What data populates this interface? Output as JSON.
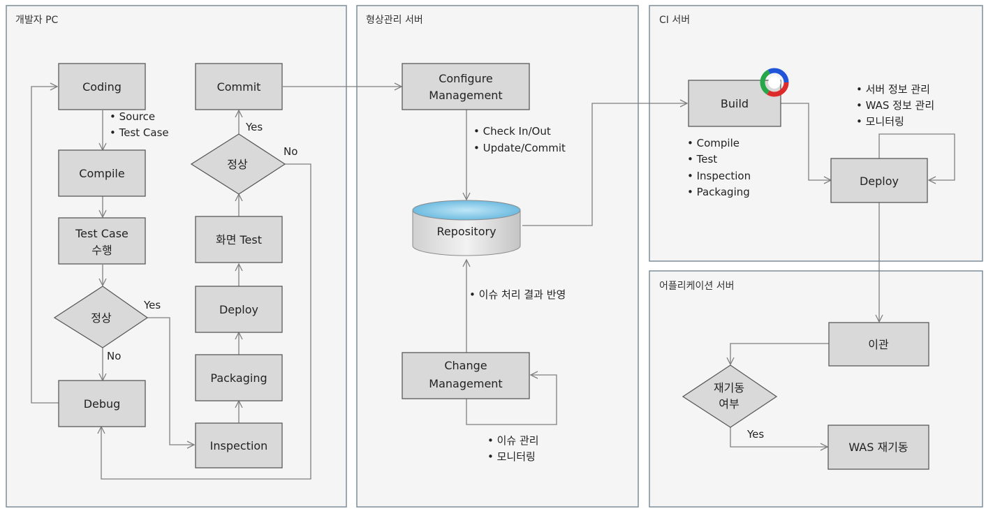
{
  "panels": {
    "dev_pc": "개발자 PC",
    "scm_server": "형상관리 서버",
    "ci_server": "CI 서버",
    "app_server": "어플리케이션 서버"
  },
  "nodes": {
    "coding": "Coding",
    "compile": "Compile",
    "testcase_1": "Test Case",
    "testcase_2": "수행",
    "check_1": "정상",
    "debug": "Debug",
    "commit": "Commit",
    "check_2": "정상",
    "screen_test": "화면 Test",
    "deploy_dev": "Deploy",
    "packaging": "Packaging",
    "inspection": "Inspection",
    "configure_1": "Configure",
    "configure_2": "Management",
    "repository": "Repository",
    "change_1": "Change",
    "change_2": "Management",
    "build": "Build",
    "deploy_ci": "Deploy",
    "transfer": "이관",
    "restart_q_1": "재기동",
    "restart_q_2": "여부",
    "was_restart": "WAS 재기동"
  },
  "labels": {
    "yes_1": "Yes",
    "no_1": "No",
    "yes_2": "Yes",
    "no_2": "No",
    "yes_3": "Yes"
  },
  "notes": {
    "coding": [
      "• Source",
      "• Test Case"
    ],
    "configure": [
      "• Check In/Out",
      "• Update/Commit"
    ],
    "issue_result": "• 이슈 처리 결과 반영",
    "change": [
      "• 이슈 관리",
      "• 모니터링"
    ],
    "build": [
      "• Compile",
      "• Test",
      "• Inspection",
      "• Packaging"
    ],
    "deploy": [
      "• 서버 정보 관리",
      "• WAS 정보 관리",
      "• 모니터링"
    ]
  },
  "colors": {
    "panel_bg": "#f5f5f5",
    "panel_border": "#7d8d99",
    "box_fill": "#d9d9d9",
    "box_stroke": "#595959",
    "line": "#7f7f7f",
    "repo_top": "#7ec6e6"
  },
  "icons": {
    "build_badge": "refresh-cycle-icon"
  }
}
